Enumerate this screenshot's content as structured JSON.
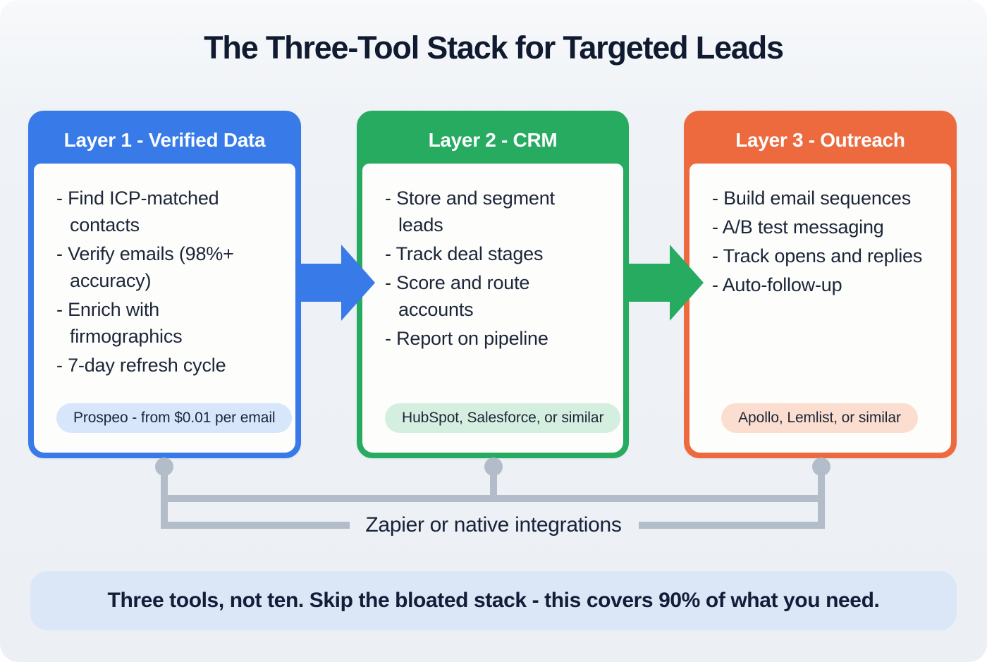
{
  "title": "The Three-Tool Stack for Targeted Leads",
  "colors": {
    "blue_accent": "#377ae8",
    "green_accent": "#26ab60",
    "orange_accent": "#ed6a3e",
    "blue_pill_bg": "#d7e6fa",
    "green_pill_bg": "#d4efdf",
    "orange_pill_bg": "#fcded0",
    "connector_gray": "#b3bcc9",
    "banner_bg": "#dbe7f7",
    "ink": "#1c2638"
  },
  "layers": [
    {
      "header": "Layer 1 - Verified Data",
      "items": [
        "- Find ICP-matched contacts",
        "- Verify emails (98%+ accuracy)",
        "- Enrich with firmographics",
        "- 7-day refresh cycle"
      ],
      "pill": "Prospeo - from $0.01 per email"
    },
    {
      "header": "Layer 2 - CRM",
      "items": [
        "- Store and segment leads",
        "- Track deal stages",
        "- Score and route accounts",
        "- Report on pipeline"
      ],
      "pill": "HubSpot, Salesforce, or similar"
    },
    {
      "header": "Layer 3 - Outreach",
      "items": [
        "- Build email sequences",
        "- A/B test messaging",
        "- Track opens and replies",
        "- Auto-follow-up"
      ],
      "pill": "Apollo, Lemlist, or similar"
    }
  ],
  "connector_label": "Zapier or native integrations",
  "footer": "Three tools, not ten. Skip the bloated stack - this covers 90% of what you need."
}
